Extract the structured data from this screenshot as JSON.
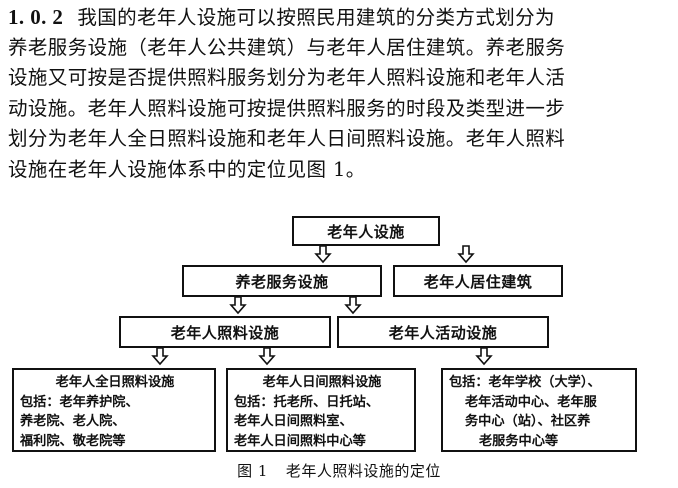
{
  "paragraph": {
    "section_number": "1. 0. 2",
    "lines": [
      "我国的老年人设施可以按照民用建筑的分类方式划分为",
      "养老服务设施（老年人公共建筑）与老年人居住建筑。养老服务",
      "设施又可按是否提供照料服务划分为老年人照料设施和老年人活",
      "动设施。老年人照料设施可按提供照料服务的时段及类型进一步",
      "划分为老年人全日照料设施和老年人日间照料设施。老年人照料",
      "设施在老年人设施体系中的定位见图 1。"
    ]
  },
  "diagram": {
    "root": "老年人设施",
    "level2": {
      "left": "养老服务设施",
      "right": "老年人居住建筑"
    },
    "level3": {
      "left": "老年人照料设施",
      "right": "老年人活动设施"
    },
    "leaves": {
      "full_day": {
        "title": "老年人全日照料设施",
        "lines": [
          "包括：老年养护院、",
          "养老院、老人院、",
          "福利院、敬老院等"
        ]
      },
      "day_care": {
        "title": "老年人日间照料设施",
        "lines": [
          "包括：托老所、日托站、",
          "老年人日间照料室、",
          "老年人日间照料中心等"
        ]
      },
      "activity": {
        "lines": [
          "包括：老年学校（大学）、",
          "老年活动中心、老年服",
          "务中心（站）、社区养",
          "老服务中心等"
        ]
      }
    }
  },
  "caption": {
    "figure_number": "图 1",
    "text": "老年人照料设施的定位"
  }
}
